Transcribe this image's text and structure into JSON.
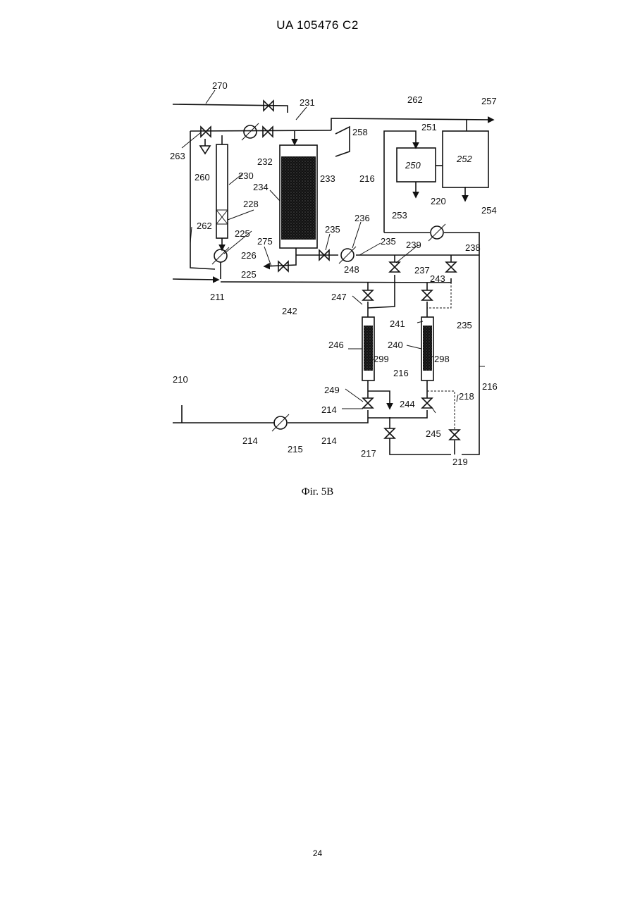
{
  "header": {
    "patent": "UA 105476 C2"
  },
  "figure": {
    "caption": "Фіг. 5В",
    "labels": {
      "l270": "270",
      "l231": "231",
      "l262a": "262",
      "l257": "257",
      "l258": "258",
      "l251": "251",
      "l263": "263",
      "l232": "232",
      "l260": "260",
      "l230": "230",
      "l234": "234",
      "l233": "233",
      "l250": "250",
      "l252": "252",
      "l216a": "216",
      "l228": "228",
      "l253": "253",
      "l254": "254",
      "l220": "220",
      "l262b": "262",
      "l225a": "225",
      "l275": "275",
      "l235a": "235",
      "l236": "236",
      "l235b": "235",
      "l239": "239",
      "l238": "238",
      "l226": "226",
      "l225b": "225",
      "l248": "248",
      "l237": "237",
      "l243": "243",
      "l211": "211",
      "l242": "242",
      "l247": "247",
      "l241": "241",
      "l235c": "235",
      "l246": "246",
      "l240": "240",
      "l299": "299",
      "l298": "298",
      "l210": "210",
      "l216b": "216",
      "l216c": "216",
      "l249": "249",
      "l244": "244",
      "l218": "218",
      "l214a": "214",
      "l245": "245",
      "l214b": "214",
      "l215": "215",
      "l214c": "214",
      "l217": "217",
      "l219": "219"
    }
  },
  "page": {
    "number": "24"
  }
}
